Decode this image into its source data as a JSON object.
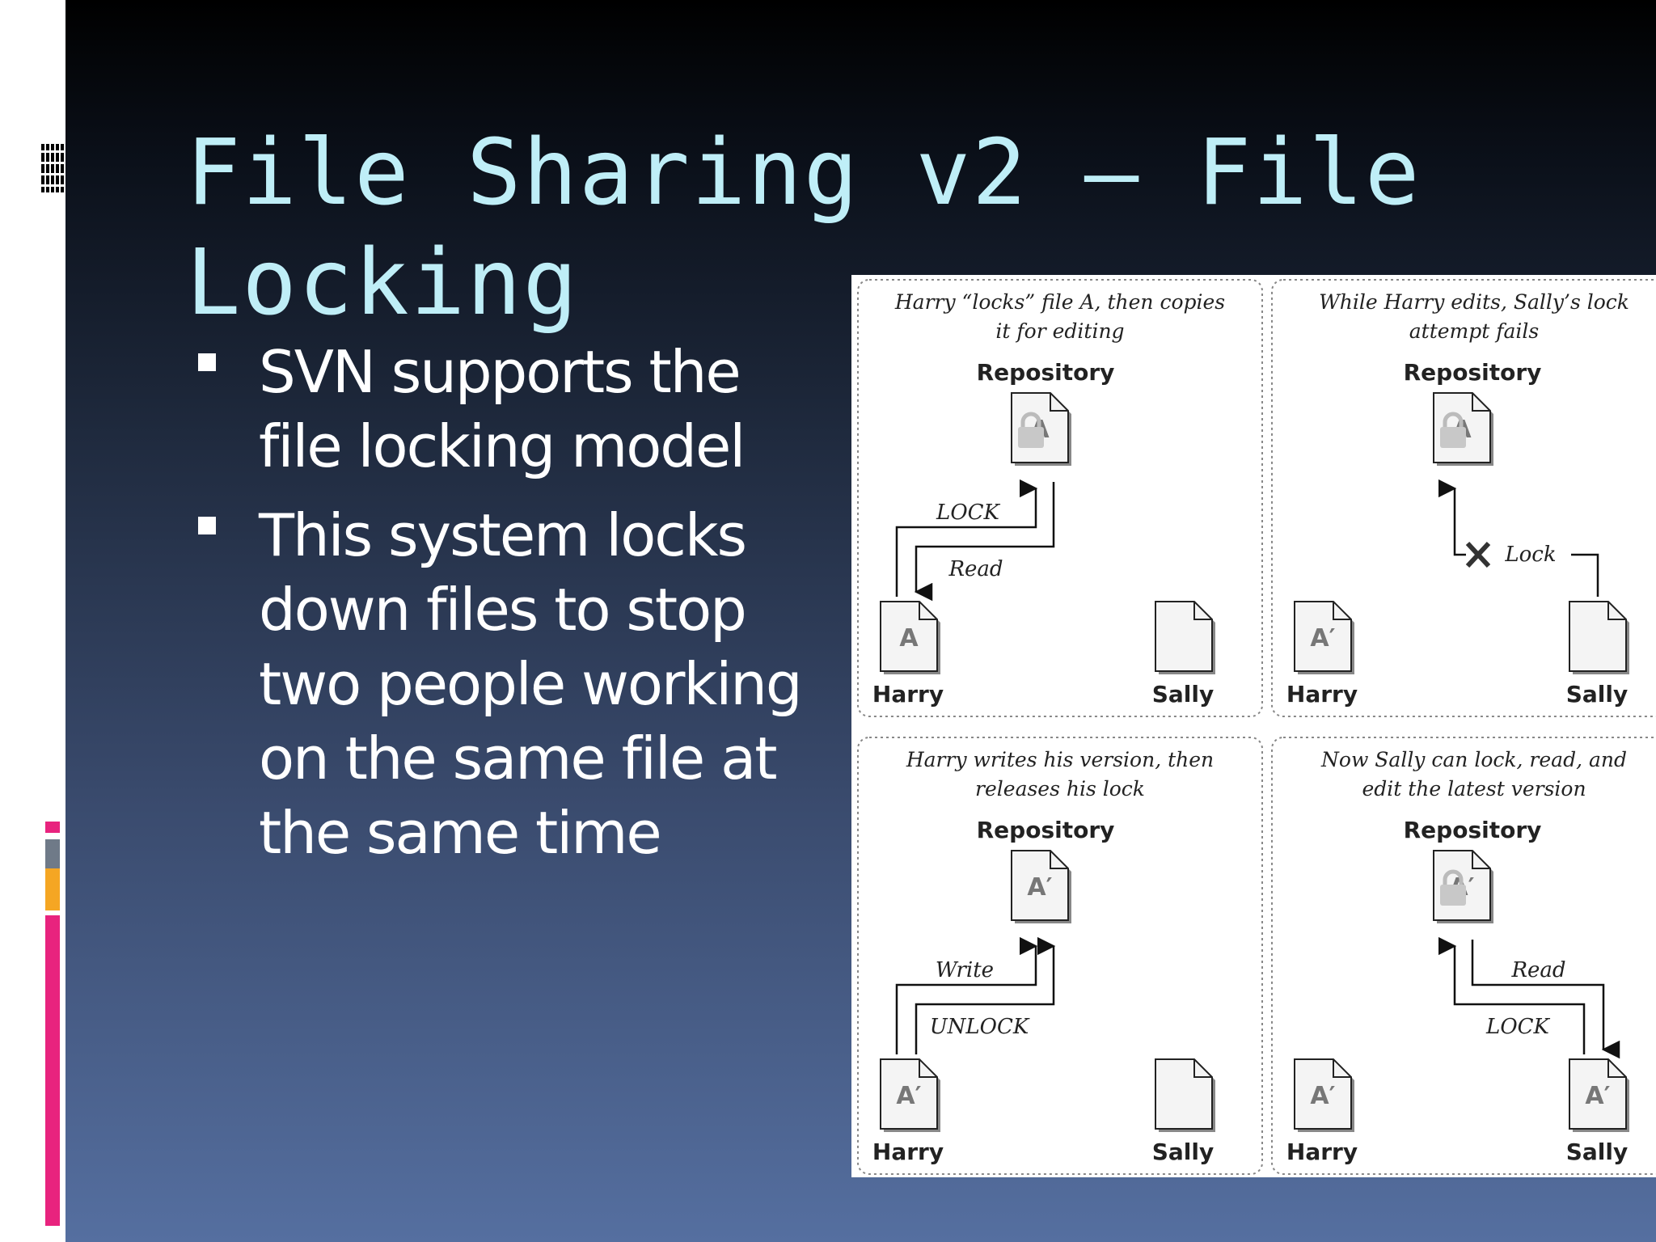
{
  "slide": {
    "title": "File Sharing v2 – File Locking",
    "bullets": [
      "SVN supports the file locking model",
      "This system locks down files to stop two people working on the same file at the same time"
    ]
  },
  "figure": {
    "panels": [
      {
        "caption_line1": "Harry “locks” file A, then copies",
        "caption_line2": "it for editing",
        "repository_label": "Repository",
        "repo_doc": "A",
        "repo_locked": true,
        "arrow_label_1": "LOCK",
        "arrow_label_2": "Read",
        "left_user": "Harry",
        "left_doc": "A",
        "right_user": "Sally",
        "right_doc": ""
      },
      {
        "caption_line1": "While Harry edits, Sally’s lock",
        "caption_line2": "attempt fails",
        "repository_label": "Repository",
        "repo_doc": "A",
        "repo_locked": true,
        "arrow_label_1": "Lock",
        "arrow_label_2": "",
        "left_user": "Harry",
        "left_doc": "A′",
        "right_user": "Sally",
        "right_doc": ""
      },
      {
        "caption_line1": "Harry writes his version, then",
        "caption_line2": "releases his lock",
        "repository_label": "Repository",
        "repo_doc": "A′",
        "repo_locked": false,
        "arrow_label_1": "Write",
        "arrow_label_2": "UNLOCK",
        "left_user": "Harry",
        "left_doc": "A′",
        "right_user": "Sally",
        "right_doc": ""
      },
      {
        "caption_line1": "Now Sally can lock, read, and",
        "caption_line2": "edit the latest version",
        "repository_label": "Repository",
        "repo_doc": "A′",
        "repo_locked": true,
        "arrow_label_1": "Read",
        "arrow_label_2": "LOCK",
        "left_user": "Harry",
        "left_doc": "A′",
        "right_user": "Sally",
        "right_doc": "A′"
      }
    ]
  },
  "colors": {
    "title": "#bfeef7",
    "body_text": "#ffffff",
    "accent_pink": "#e8237e",
    "accent_orange": "#f5a623",
    "accent_gray": "#6f7a88"
  }
}
